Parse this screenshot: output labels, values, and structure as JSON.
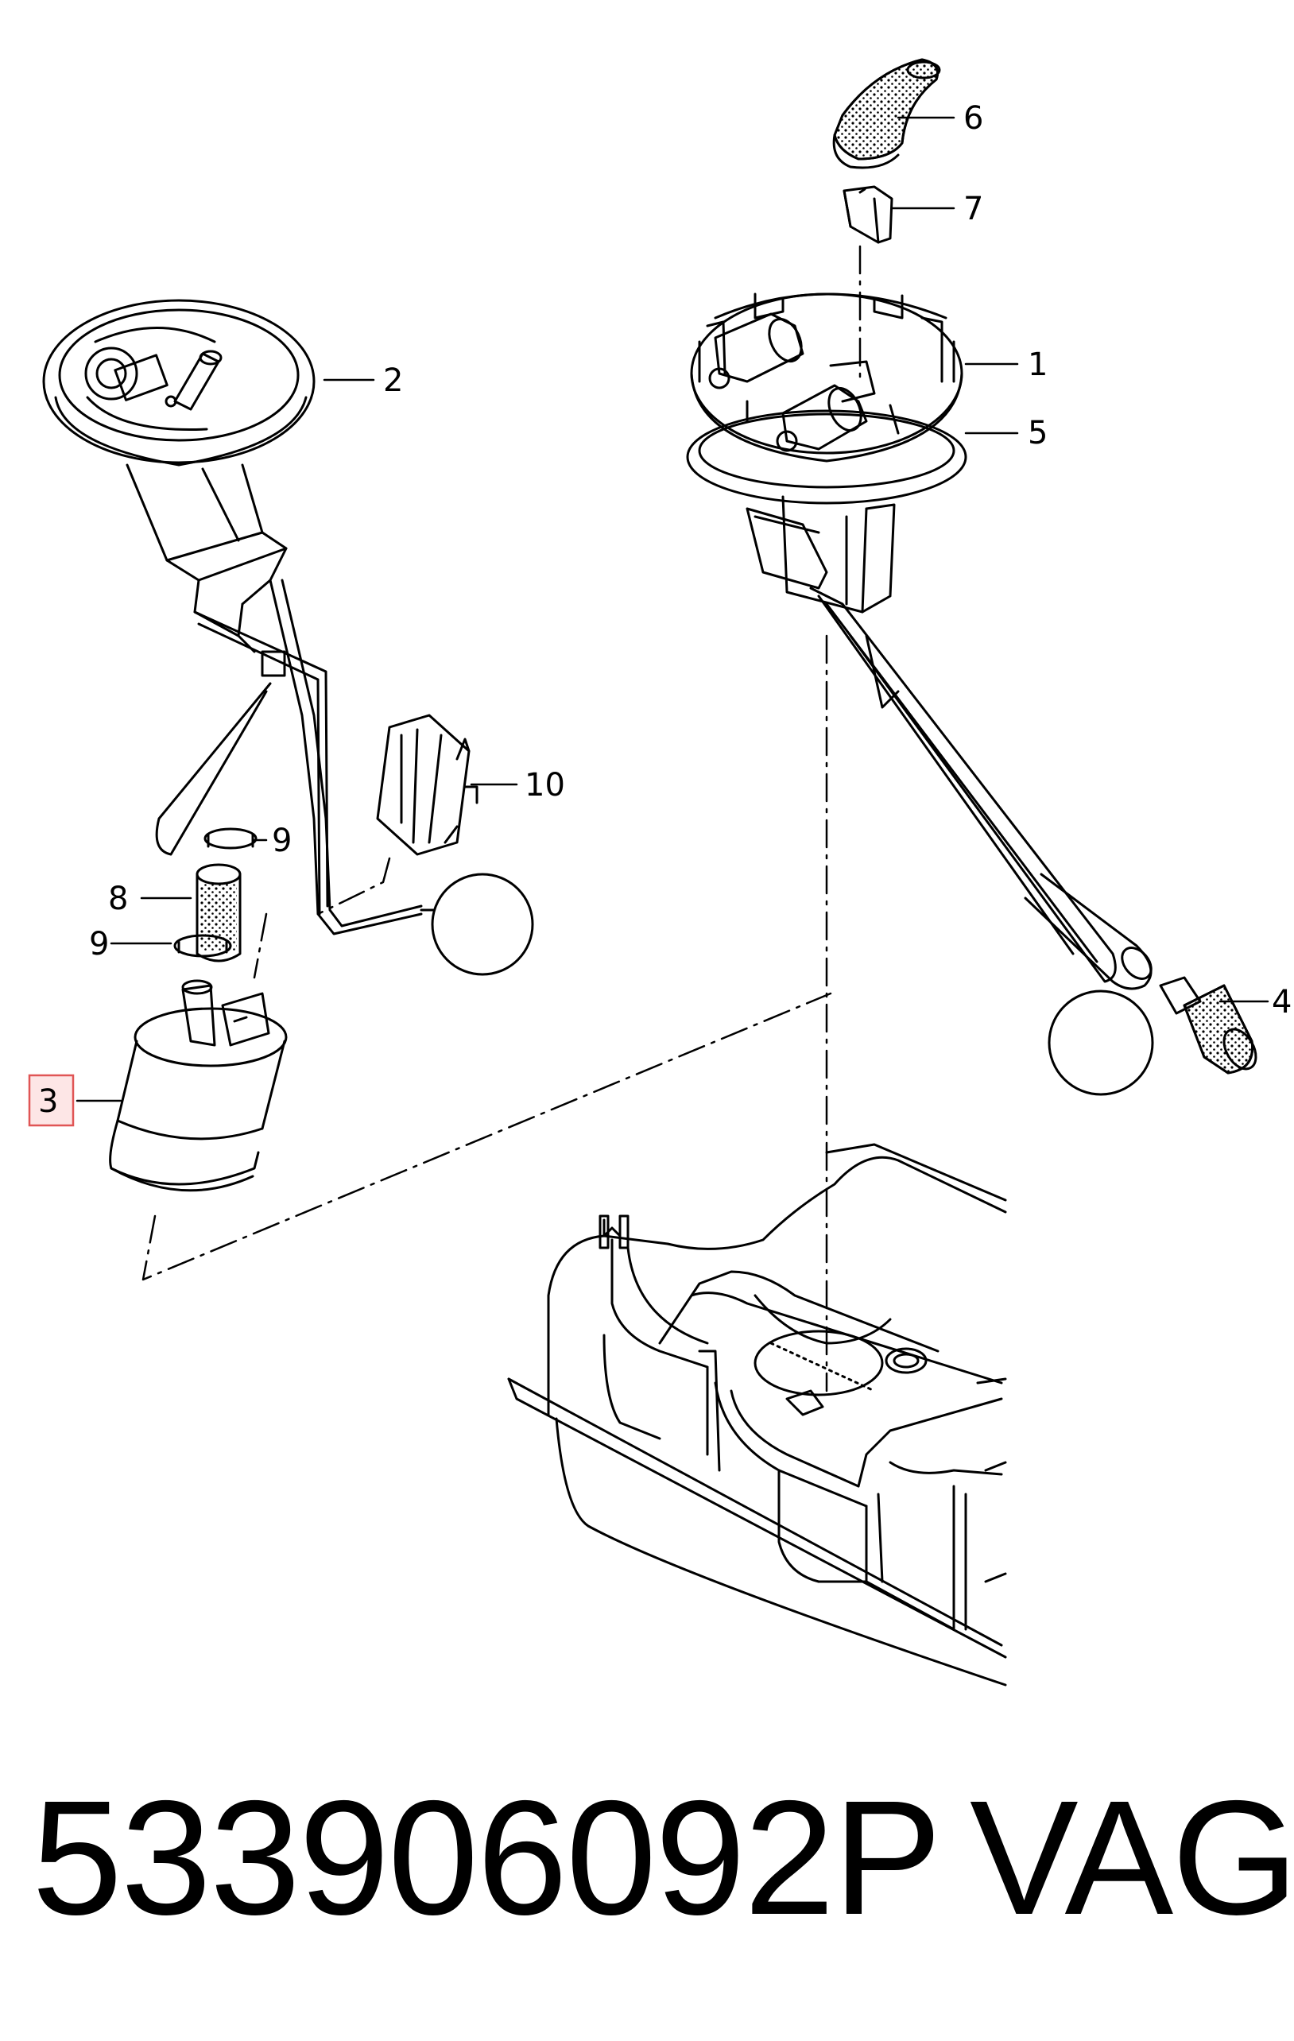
{
  "callouts": {
    "c1": "1",
    "c2": "2",
    "c3": "3",
    "c4": "4",
    "c5": "5",
    "c6": "6",
    "c7": "7",
    "c8": "8",
    "c9a": "9",
    "c9b": "9",
    "c10": "10"
  },
  "highlight_color": "#e05555",
  "footer": {
    "part_number": "533906092P",
    "manufacturer": "VAG"
  }
}
